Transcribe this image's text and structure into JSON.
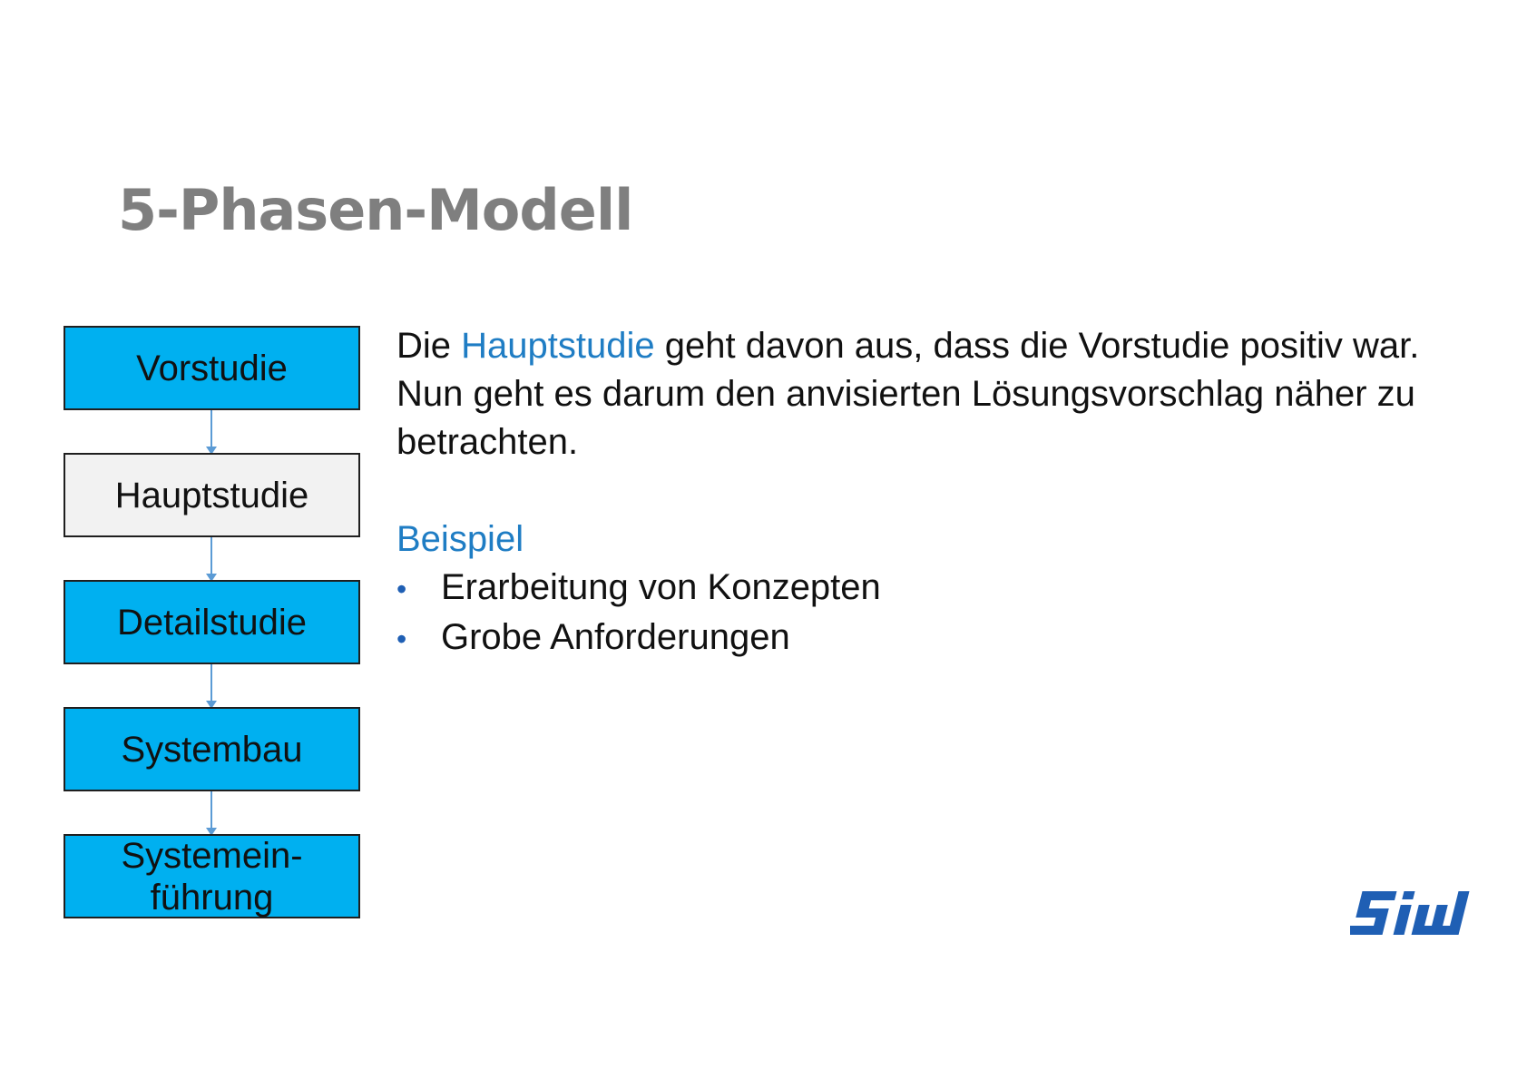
{
  "slide": {
    "title": "5-Phasen-Modell"
  },
  "phases": [
    {
      "label": "Vorstudie",
      "state": "active"
    },
    {
      "label": "Hauptstudie",
      "state": "current"
    },
    {
      "label": "Detailstudie",
      "state": "active"
    },
    {
      "label": "Systembau",
      "state": "active"
    },
    {
      "label": "Systemein-\nführung",
      "state": "active"
    }
  ],
  "content": {
    "intro_prefix": "Die ",
    "intro_highlight": "Hauptstudie",
    "intro_rest": " geht davon aus, dass die Vorstudie positiv war. Nun geht es darum den anvisierten Lösungsvorschlag näher zu betrachten.",
    "example_heading": "Beispiel",
    "bullets": [
      "Erarbeitung von Konzepten",
      "Grobe Anforderungen"
    ],
    "bullet_symbol": "•"
  },
  "logo": {
    "text": "SIW",
    "icon": "siw-logo-icon"
  },
  "colors": {
    "title": "#7f7f7f",
    "phase_active": "#00b0f0",
    "phase_current": "#f2f2f2",
    "highlight": "#1f7dc4",
    "connector": "#5b9bd5",
    "logo": "#1f5fb4"
  }
}
